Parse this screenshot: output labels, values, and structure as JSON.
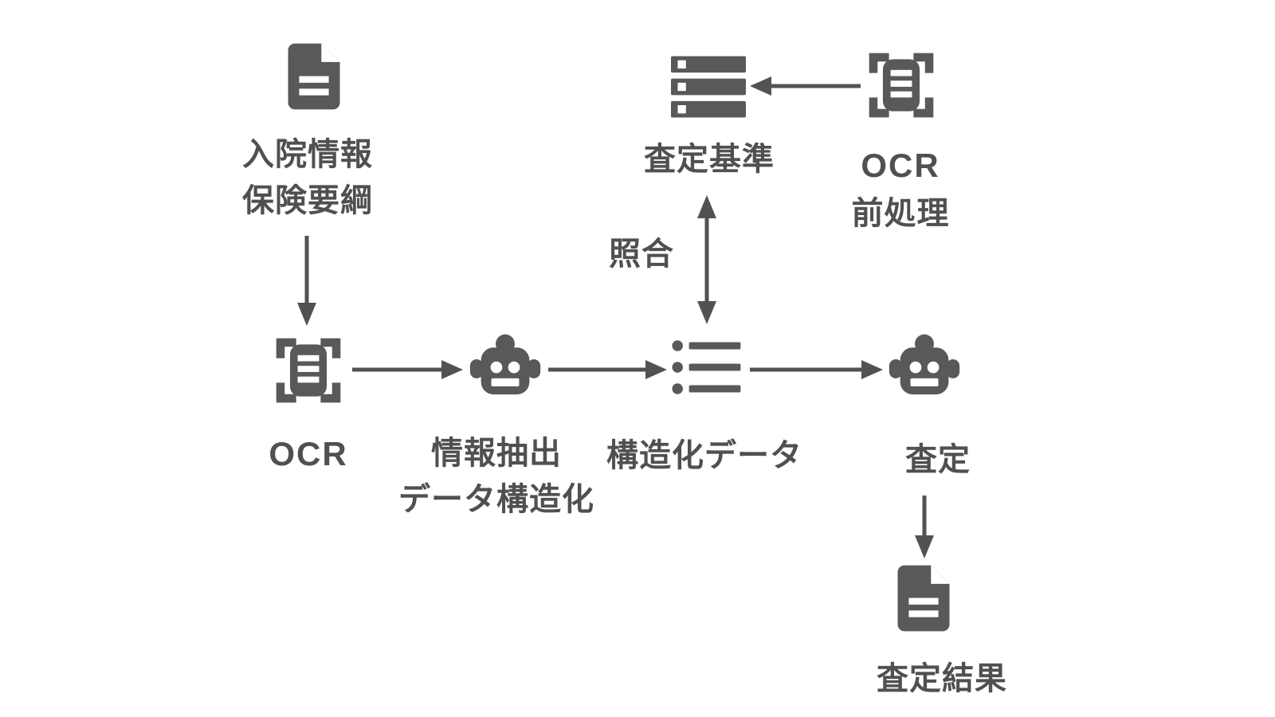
{
  "diagram": {
    "description": "OCR-based insurance assessment workflow diagram",
    "colors": {
      "icon": "#58595b",
      "arrow": "#515254",
      "text": "#4f5052",
      "background": "#ffffff"
    },
    "nodes": {
      "input_doc": {
        "icon": "document-icon",
        "lines": [
          "入院情報",
          "保険要綱"
        ]
      },
      "ocr": {
        "icon": "ocr-scan-icon",
        "label": "OCR"
      },
      "extract": {
        "icon": "robot-icon",
        "lines": [
          "情報抽出",
          "データ構造化"
        ]
      },
      "structured": {
        "icon": "list-icon",
        "label": "構造化データ"
      },
      "criteria": {
        "icon": "server-icon",
        "label": "査定基準"
      },
      "ocr_pre": {
        "icon": "ocr-scan-icon",
        "lines": [
          "OCR",
          "前処理"
        ]
      },
      "assessment": {
        "icon": "robot-icon",
        "label": "査定"
      },
      "result_doc": {
        "icon": "document-icon",
        "label": "査定結果"
      }
    },
    "edges": [
      {
        "from": "input_doc",
        "to": "ocr",
        "direction": "down",
        "label": ""
      },
      {
        "from": "ocr",
        "to": "extract",
        "direction": "right",
        "label": ""
      },
      {
        "from": "extract",
        "to": "structured",
        "direction": "right",
        "label": ""
      },
      {
        "from": "structured",
        "to": "criteria",
        "direction": "both",
        "label": "照合"
      },
      {
        "from": "ocr_pre",
        "to": "criteria",
        "direction": "left",
        "label": ""
      },
      {
        "from": "structured",
        "to": "assessment",
        "direction": "right",
        "label": ""
      },
      {
        "from": "assessment",
        "to": "result_doc",
        "direction": "down",
        "label": ""
      }
    ]
  }
}
